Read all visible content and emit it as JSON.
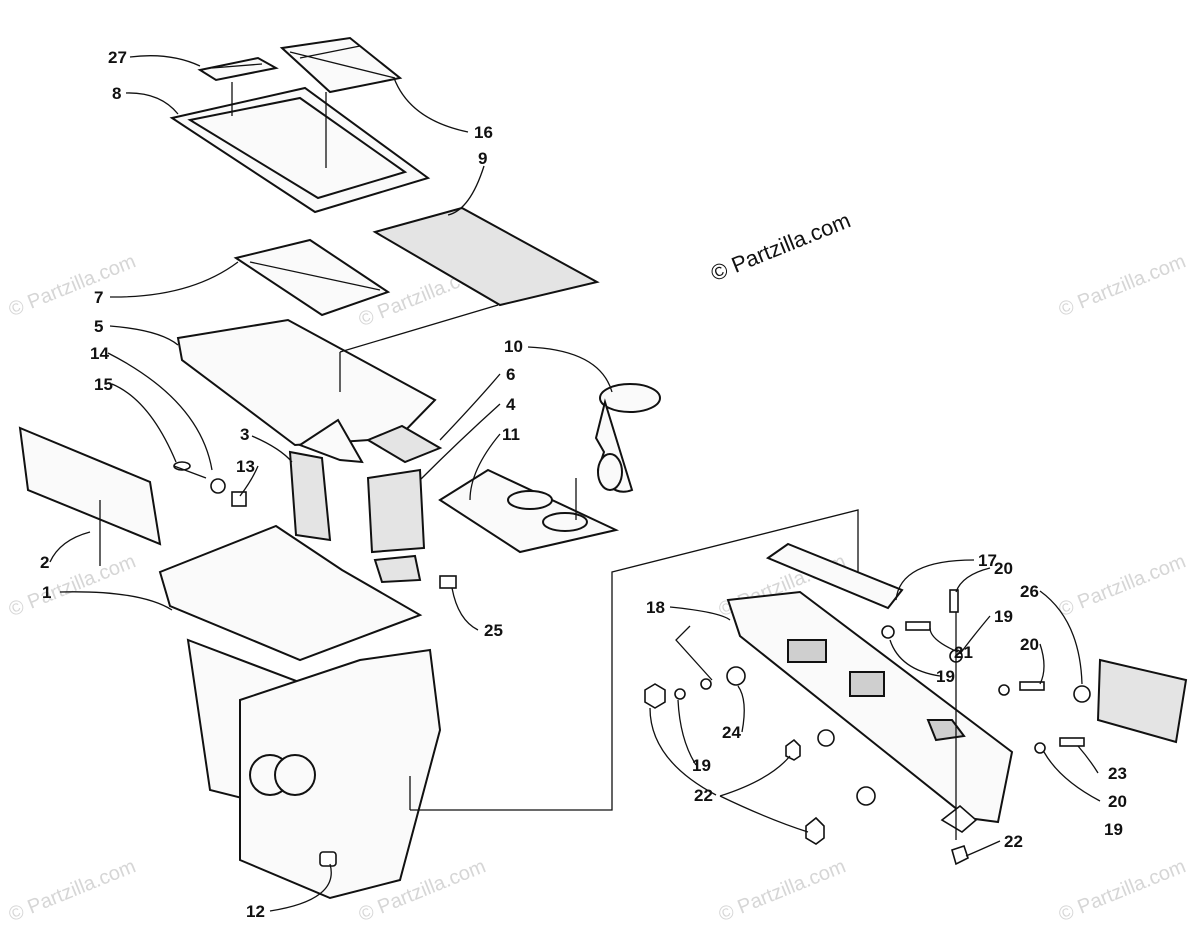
{
  "watermarks": {
    "main": "© Partzilla.com",
    "faint": "© Partzilla.com"
  },
  "callouts": [
    "1",
    "2",
    "3",
    "4",
    "5",
    "6",
    "7",
    "8",
    "9",
    "10",
    "11",
    "12",
    "13",
    "14",
    "15",
    "16",
    "17",
    "18",
    "19",
    "20",
    "21",
    "22",
    "23",
    "24",
    "25",
    "26",
    "27"
  ]
}
